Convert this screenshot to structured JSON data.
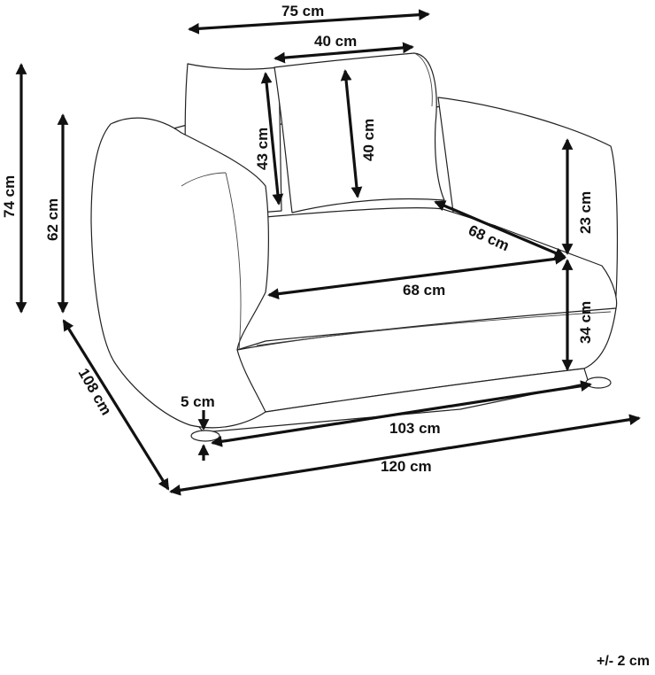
{
  "dimensions": {
    "total_width": "75 cm",
    "cushion_width": "40 cm",
    "cushion_height": "40 cm",
    "back_cushion_height": "43 cm",
    "total_height": "74 cm",
    "arm_height": "62 cm",
    "back_height_above_seat": "23 cm",
    "seat_depth": "68 cm",
    "seat_width": "68 cm",
    "seat_height": "34 cm",
    "leg_height": "5 cm",
    "inner_length": "103 cm",
    "outer_length": "120 cm",
    "depth": "108 cm"
  },
  "tolerance": "+/- 2 cm",
  "colors": {
    "line": "#111111",
    "background": "#ffffff"
  }
}
